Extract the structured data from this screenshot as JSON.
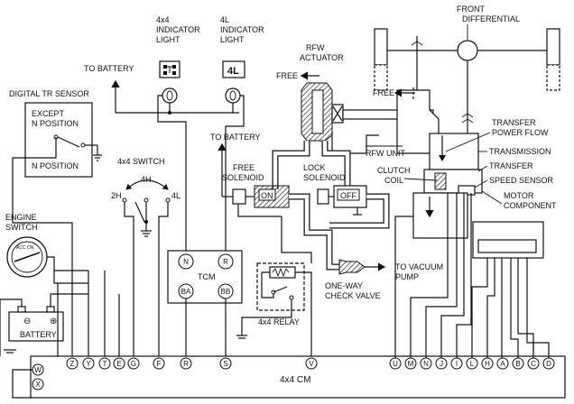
{
  "labels": {
    "indicator_4x4": [
      "4x4",
      "INDICATOR",
      "LIGHT"
    ],
    "indicator_4l": [
      "4L",
      "INDICATOR",
      "LIGHT"
    ],
    "badge_4x4": "4x4",
    "badge_4l": "4L",
    "to_battery_top": "TO BATTERY",
    "to_battery_mid": "TO BATTERY",
    "digital_tr_sensor": "DIGITAL TR SENSOR",
    "except_n": [
      "EXCEPT",
      "N POSITION"
    ],
    "n_position": "N POSITION",
    "switch_4x4": "4x4 SWITCH",
    "sw_4h": "4H",
    "sw_2h": "2H",
    "sw_4l": "4L",
    "engine_switch": [
      "ENGINE",
      "SWITCH"
    ],
    "battery": "BATTERY",
    "tcm": "TCM",
    "relay_4x4": "4x4 RELAY",
    "cm_4x4": "4x4 CM",
    "rfw_actuator": [
      "RFW",
      "ACTUATOR"
    ],
    "free_top": "FREE",
    "free_right": "FREE",
    "free_solenoid": [
      "FREE",
      "SOLENOID"
    ],
    "lock_solenoid": [
      "LOCK",
      "SOLENOID"
    ],
    "on": "ON",
    "off": "OFF",
    "rfw_unit": "RFW UNIT",
    "clutch_coil": [
      "CLUTCH",
      "COIL"
    ],
    "one_way_check_valve": [
      "ONE-WAY",
      "CHECK VALVE"
    ],
    "to_vacuum_pump": [
      "TO VACUUM",
      "PUMP"
    ],
    "front_differential": [
      "FRONT",
      "DIFFERENTIAL"
    ],
    "transfer_power_flow": [
      "TRANSFER",
      "POWER FLOW"
    ],
    "transmission": "TRANSMISSION",
    "transfer": "TRANSFER",
    "speed_sensor": "SPEED SENSOR",
    "motor_component": [
      "MOTOR",
      "COMPONENT"
    ],
    "battery_minus": "⊖",
    "battery_plus": "⊕"
  },
  "tcm_pins": [
    "N",
    "R",
    "BA",
    "BB"
  ],
  "cm_pins_bottom_left": [
    "Z",
    "Y",
    "T",
    "E",
    "G",
    "F",
    "R",
    "S",
    "V"
  ],
  "cm_pins_bottom_right": [
    "U",
    "M",
    "N",
    "J",
    "I",
    "L",
    "H",
    "A",
    "B",
    "C",
    "D"
  ],
  "cm_pins_left": [
    "W",
    "X"
  ]
}
